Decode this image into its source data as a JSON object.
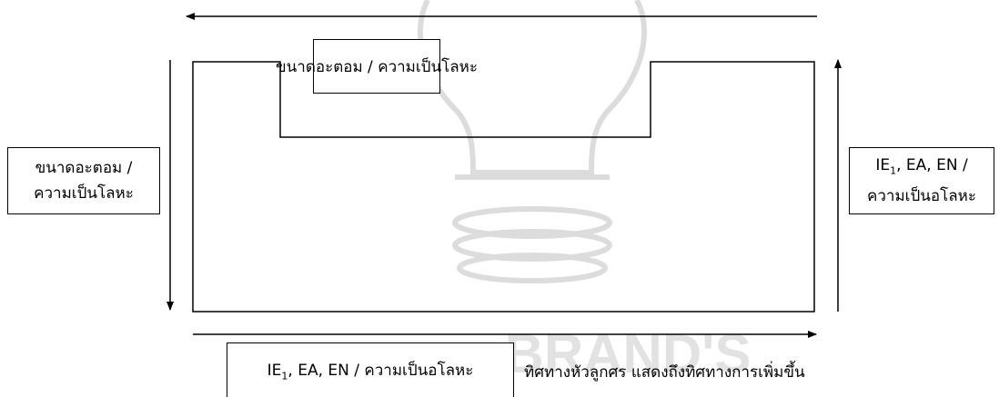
{
  "labels": {
    "top": "ขนาดอะตอม / ความเป็นโลหะ",
    "left_line1": "ขนาดอะตอม /",
    "left_line2": "ความเป็นโลหะ",
    "right_line1_prefix": "IE",
    "right_line1_sub": "1",
    "right_line1_suffix": ", EA, EN /",
    "right_line2": "ความเป็นอโลหะ",
    "bottom_prefix": "IE",
    "bottom_sub": "1",
    "bottom_suffix": ", EA, EN / ความเป็นอโลหะ",
    "legend": "ทิศทางหัวลูกศร แสดงถึงทิศทางการเพิ่มขึ้น"
  },
  "watermark": {
    "text": "BRAND'S",
    "color": "#d9d9d9"
  }
}
